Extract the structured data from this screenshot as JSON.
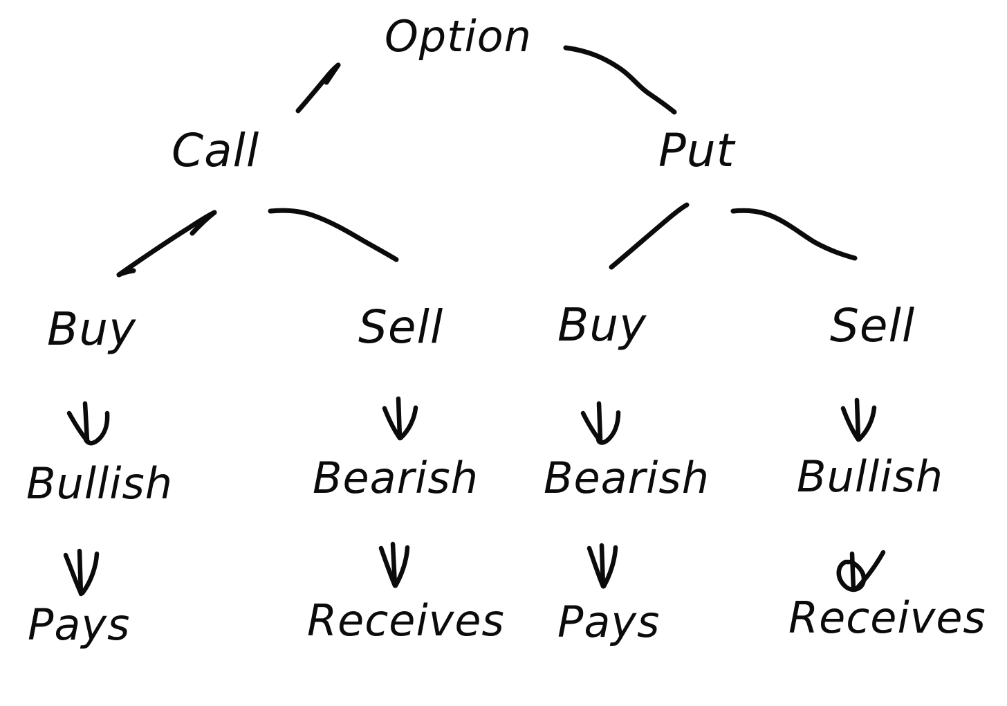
{
  "diagram": {
    "title_text": "Option",
    "type": "tree",
    "ink_color": "#0b0b0b",
    "background_color": "#ffffff",
    "style": "hand-drawn"
  },
  "root": {
    "label": "Option"
  },
  "level1": [
    {
      "label": "Call"
    },
    {
      "label": "Put"
    }
  ],
  "columns": [
    {
      "parent": "Call",
      "action": "Buy",
      "arrow1": "down-arrow",
      "sentiment": "Bullish",
      "arrow2": "down-arrow",
      "cashflow": "Pays"
    },
    {
      "parent": "Call",
      "action": "Sell",
      "arrow1": "down-arrow",
      "sentiment": "Bearish",
      "arrow2": "down-arrow",
      "cashflow": "Receives"
    },
    {
      "parent": "Put",
      "action": "Buy",
      "arrow1": "down-arrow",
      "sentiment": "Bearish",
      "arrow2": "down-arrow",
      "cashflow": "Pays"
    },
    {
      "parent": "Put",
      "action": "Sell",
      "arrow1": "down-arrow",
      "sentiment": "Bullish",
      "arrow2": "down-arrow",
      "cashflow": "Receives"
    }
  ],
  "edges": [
    {
      "from": "Option",
      "to": "Call"
    },
    {
      "from": "Option",
      "to": "Put"
    },
    {
      "from": "Call",
      "to": "Buy"
    },
    {
      "from": "Call",
      "to": "Sell"
    },
    {
      "from": "Put",
      "to": "Buy"
    },
    {
      "from": "Put",
      "to": "Sell"
    }
  ]
}
